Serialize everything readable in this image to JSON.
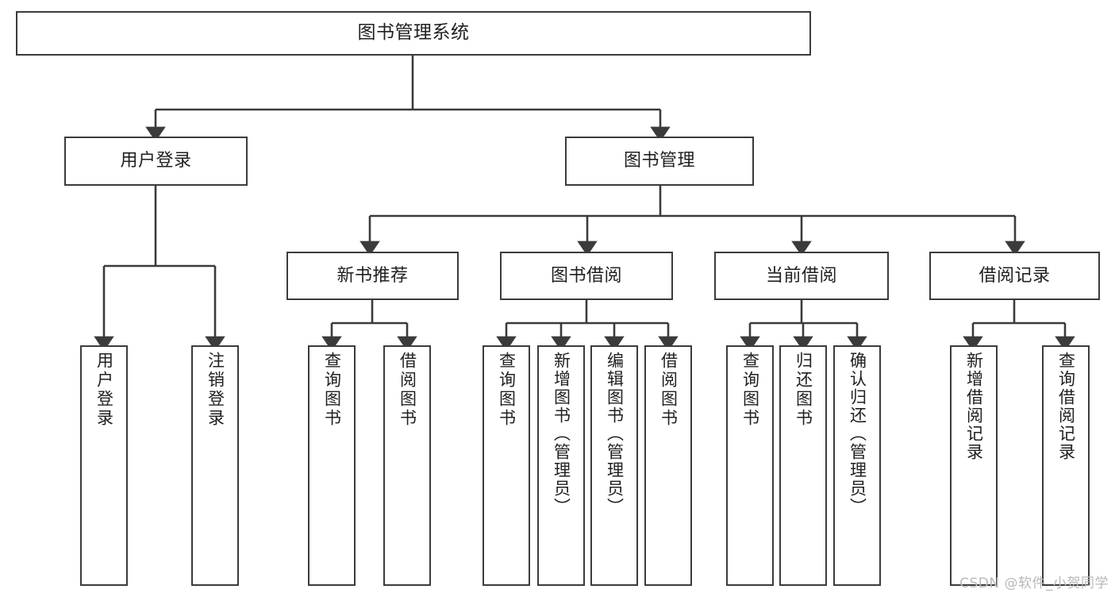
{
  "diagram": {
    "type": "tree-hierarchy",
    "title": "图书管理系统",
    "watermark": "CSDN @软件_小贺同学",
    "colors": {
      "box_border": "#3b3b3b",
      "box_fill": "#ffffff",
      "edge": "#3b3b3b",
      "text": "#202020",
      "watermark": "#b9b9b9",
      "background": "#ffffff"
    },
    "nodes": [
      {
        "id": "root",
        "label": "图书管理系统",
        "level": 0,
        "orientation": "horizontal"
      },
      {
        "id": "login",
        "label": "用户登录",
        "level": 1,
        "orientation": "horizontal"
      },
      {
        "id": "bookmgmt",
        "label": "图书管理",
        "level": 1,
        "orientation": "horizontal"
      },
      {
        "id": "newbook",
        "label": "新书推荐",
        "level": 2,
        "orientation": "horizontal"
      },
      {
        "id": "borrow",
        "label": "图书借阅",
        "level": 2,
        "orientation": "horizontal"
      },
      {
        "id": "current",
        "label": "当前借阅",
        "level": 2,
        "orientation": "horizontal"
      },
      {
        "id": "record",
        "label": "借阅记录",
        "level": 2,
        "orientation": "horizontal"
      },
      {
        "id": "leaf1",
        "label": "用户登录",
        "level": 3,
        "orientation": "vertical",
        "parent": "login"
      },
      {
        "id": "leaf2",
        "label": "注销登录",
        "level": 3,
        "orientation": "vertical",
        "parent": "login"
      },
      {
        "id": "leaf3",
        "label": "查询图书",
        "level": 3,
        "orientation": "vertical",
        "parent": "newbook"
      },
      {
        "id": "leaf4",
        "label": "借阅图书",
        "level": 3,
        "orientation": "vertical",
        "parent": "newbook"
      },
      {
        "id": "leaf5",
        "label": "查询图书",
        "level": 3,
        "orientation": "vertical",
        "parent": "borrow"
      },
      {
        "id": "leaf6",
        "label": "新增图书（管理员）",
        "level": 3,
        "orientation": "vertical",
        "parent": "borrow"
      },
      {
        "id": "leaf7",
        "label": "编辑图书（管理员）",
        "level": 3,
        "orientation": "vertical",
        "parent": "borrow"
      },
      {
        "id": "leaf8",
        "label": "借阅图书",
        "level": 3,
        "orientation": "vertical",
        "parent": "borrow"
      },
      {
        "id": "leaf9",
        "label": "查询图书",
        "level": 3,
        "orientation": "vertical",
        "parent": "current"
      },
      {
        "id": "leaf10",
        "label": "归还图书",
        "level": 3,
        "orientation": "vertical",
        "parent": "current"
      },
      {
        "id": "leaf11",
        "label": "确认归还（管理员）",
        "level": 3,
        "orientation": "vertical",
        "parent": "current"
      },
      {
        "id": "leaf12",
        "label": "新增借阅记录",
        "level": 3,
        "orientation": "vertical",
        "parent": "record"
      },
      {
        "id": "leaf13",
        "label": "查询借阅记录",
        "level": 3,
        "orientation": "vertical",
        "parent": "record"
      }
    ],
    "edges": [
      {
        "from": "root",
        "to": "login"
      },
      {
        "from": "root",
        "to": "bookmgmt"
      },
      {
        "from": "bookmgmt",
        "to": "newbook"
      },
      {
        "from": "bookmgmt",
        "to": "borrow"
      },
      {
        "from": "bookmgmt",
        "to": "current"
      },
      {
        "from": "bookmgmt",
        "to": "record"
      },
      {
        "from": "login",
        "to": "leaf1"
      },
      {
        "from": "login",
        "to": "leaf2"
      },
      {
        "from": "newbook",
        "to": "leaf3"
      },
      {
        "from": "newbook",
        "to": "leaf4"
      },
      {
        "from": "borrow",
        "to": "leaf5"
      },
      {
        "from": "borrow",
        "to": "leaf6"
      },
      {
        "from": "borrow",
        "to": "leaf7"
      },
      {
        "from": "borrow",
        "to": "leaf8"
      },
      {
        "from": "current",
        "to": "leaf9"
      },
      {
        "from": "current",
        "to": "leaf10"
      },
      {
        "from": "current",
        "to": "leaf11"
      },
      {
        "from": "record",
        "to": "leaf12"
      },
      {
        "from": "record",
        "to": "leaf13"
      }
    ]
  }
}
